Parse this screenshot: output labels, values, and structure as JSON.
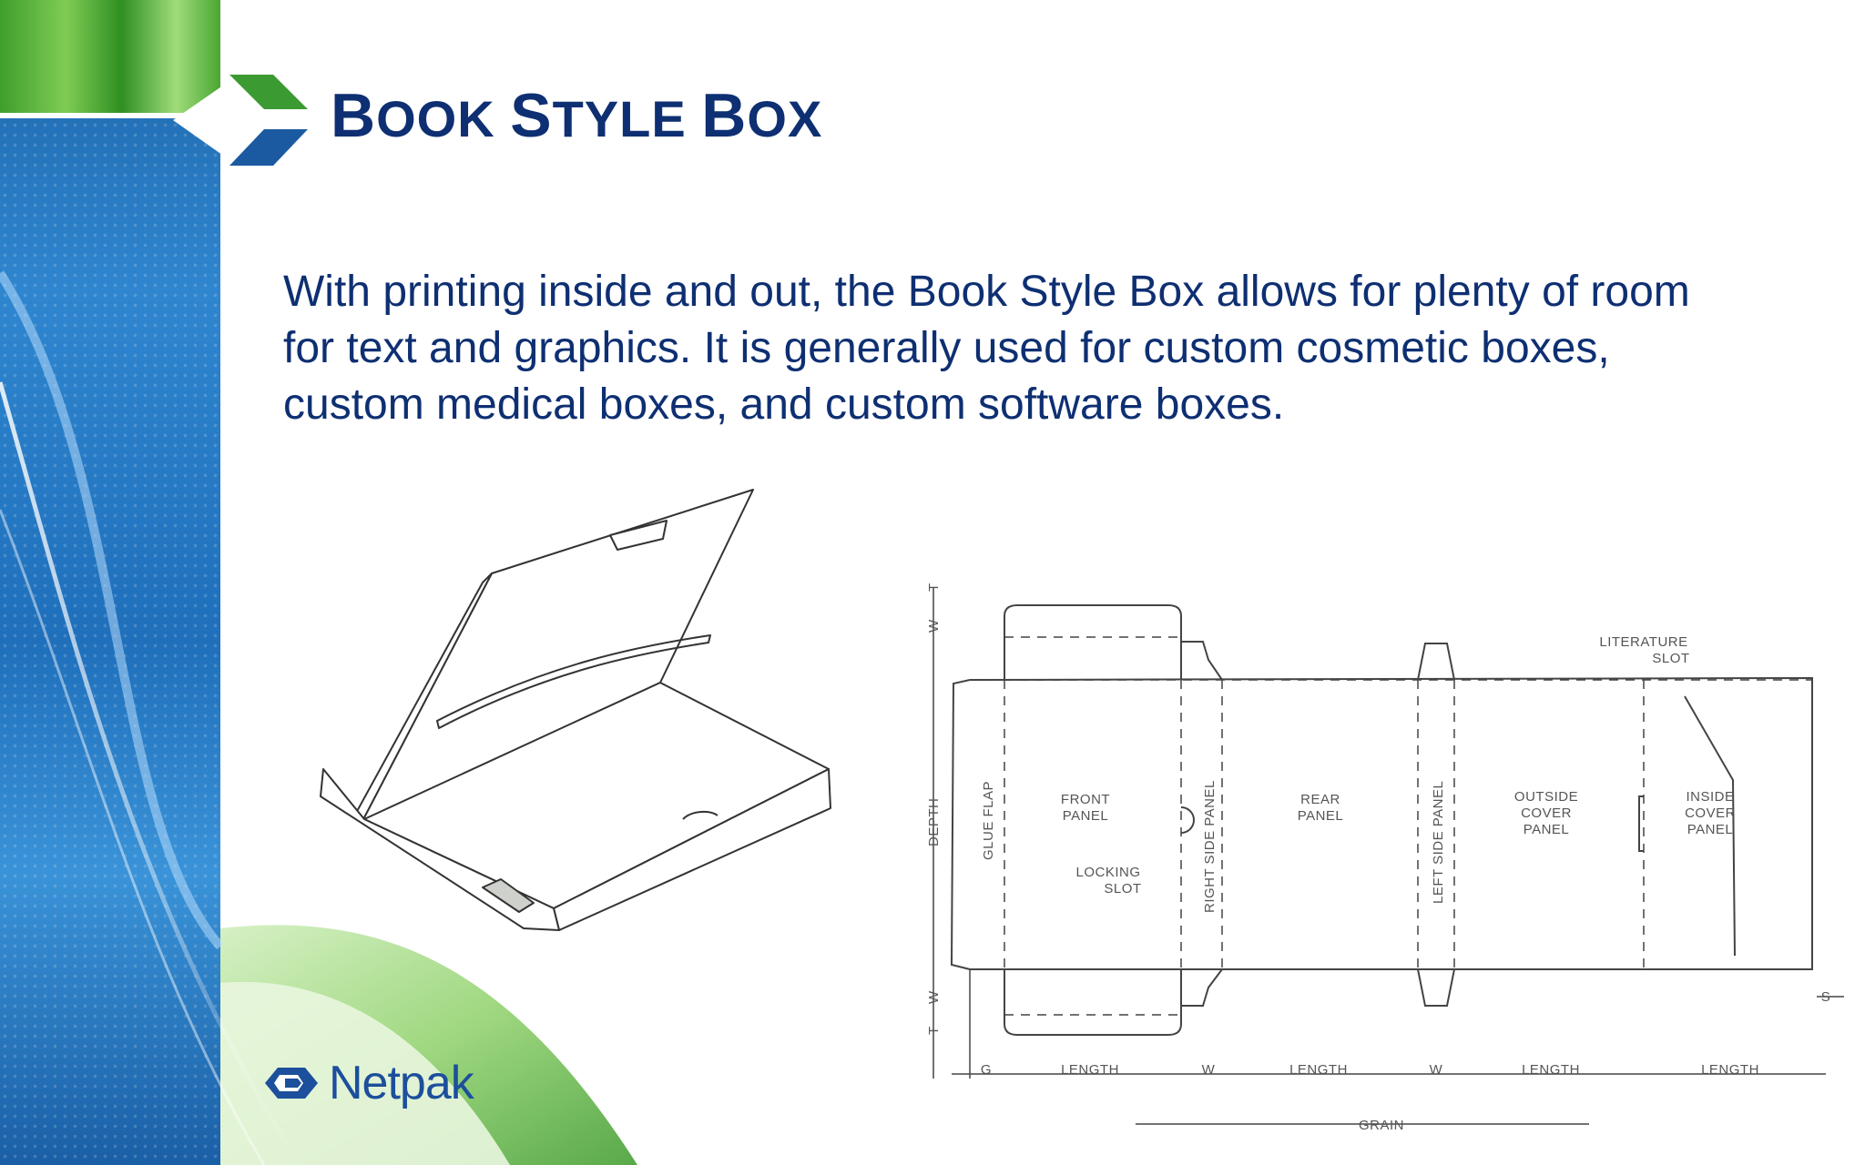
{
  "slide": {
    "title_parts": [
      "B",
      "OOK ",
      "S",
      "TYLE ",
      "B",
      "OX"
    ],
    "body": "With printing inside and out, the Book Style Box allows for plenty of room for text and graphics. It is generally used for custom cosmetic boxes, custom medical boxes, and custom software boxes.",
    "brand": "Netpak",
    "colors": {
      "title": "#0e2f72",
      "band_blue": "#2f86cf",
      "band_green": "#7fcc55"
    }
  },
  "dieline": {
    "panel_labels": {
      "front_1": "FRONT",
      "front_2": "PANEL",
      "rear_1": "REAR",
      "rear_2": "PANEL",
      "outside_1": "OUTSIDE",
      "outside_2": "COVER",
      "outside_3": "PANEL",
      "inside_1": "INSIDE",
      "inside_2": "COVER",
      "inside_3": "PANEL",
      "literature_1": "LITERATURE",
      "literature_2": "SLOT",
      "locking_1": "LOCKING",
      "locking_2": "SLOT"
    },
    "vertical_labels": {
      "glue_flap": "GLUE FLAP",
      "right_side": "RIGHT SIDE PANEL",
      "left_side": "LEFT SIDE PANEL",
      "depth": "DEPTH"
    },
    "dimensions": {
      "g": "G",
      "length": "LENGTH",
      "w": "W",
      "t": "T",
      "s": "S",
      "grain": "GRAIN"
    }
  }
}
